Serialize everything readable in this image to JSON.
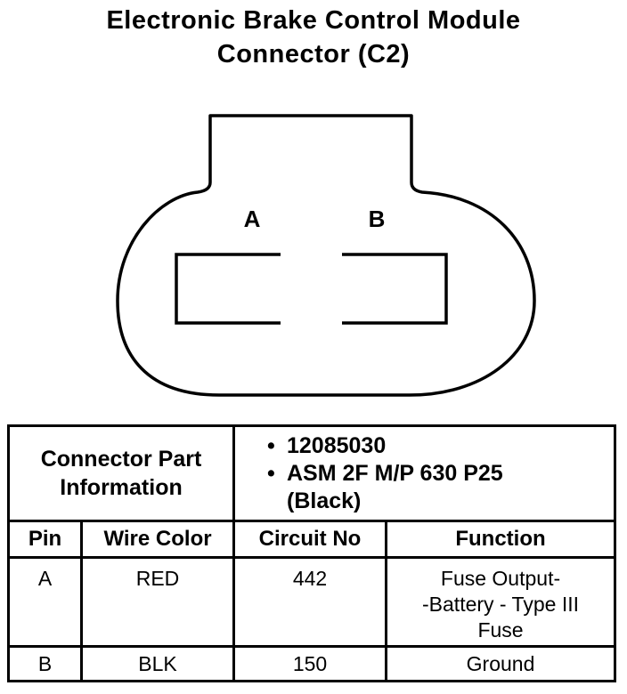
{
  "title": {
    "line1": "Electronic Brake Control Module",
    "line2": "Connector (C2)"
  },
  "connector": {
    "pin_a_label": "A",
    "pin_b_label": "B"
  },
  "info": {
    "label_line1": "Connector Part",
    "label_line2": "Information",
    "bullet_symbol": "•",
    "part_number": "12085030",
    "part_desc_line1": "ASM 2F M/P 630 P25",
    "part_desc_line2": "(Black)"
  },
  "table": {
    "headers": {
      "pin": "Pin",
      "wire_color": "Wire Color",
      "circuit_no": "Circuit No",
      "function": "Function"
    },
    "rows": [
      {
        "pin": "A",
        "wire_color": "RED",
        "circuit_no": "442",
        "function_line1": "Fuse Output-",
        "function_line2": "-Battery - Type III",
        "function_line3": "Fuse"
      },
      {
        "pin": "B",
        "wire_color": "BLK",
        "circuit_no": "150",
        "function_line1": "Ground"
      }
    ]
  }
}
